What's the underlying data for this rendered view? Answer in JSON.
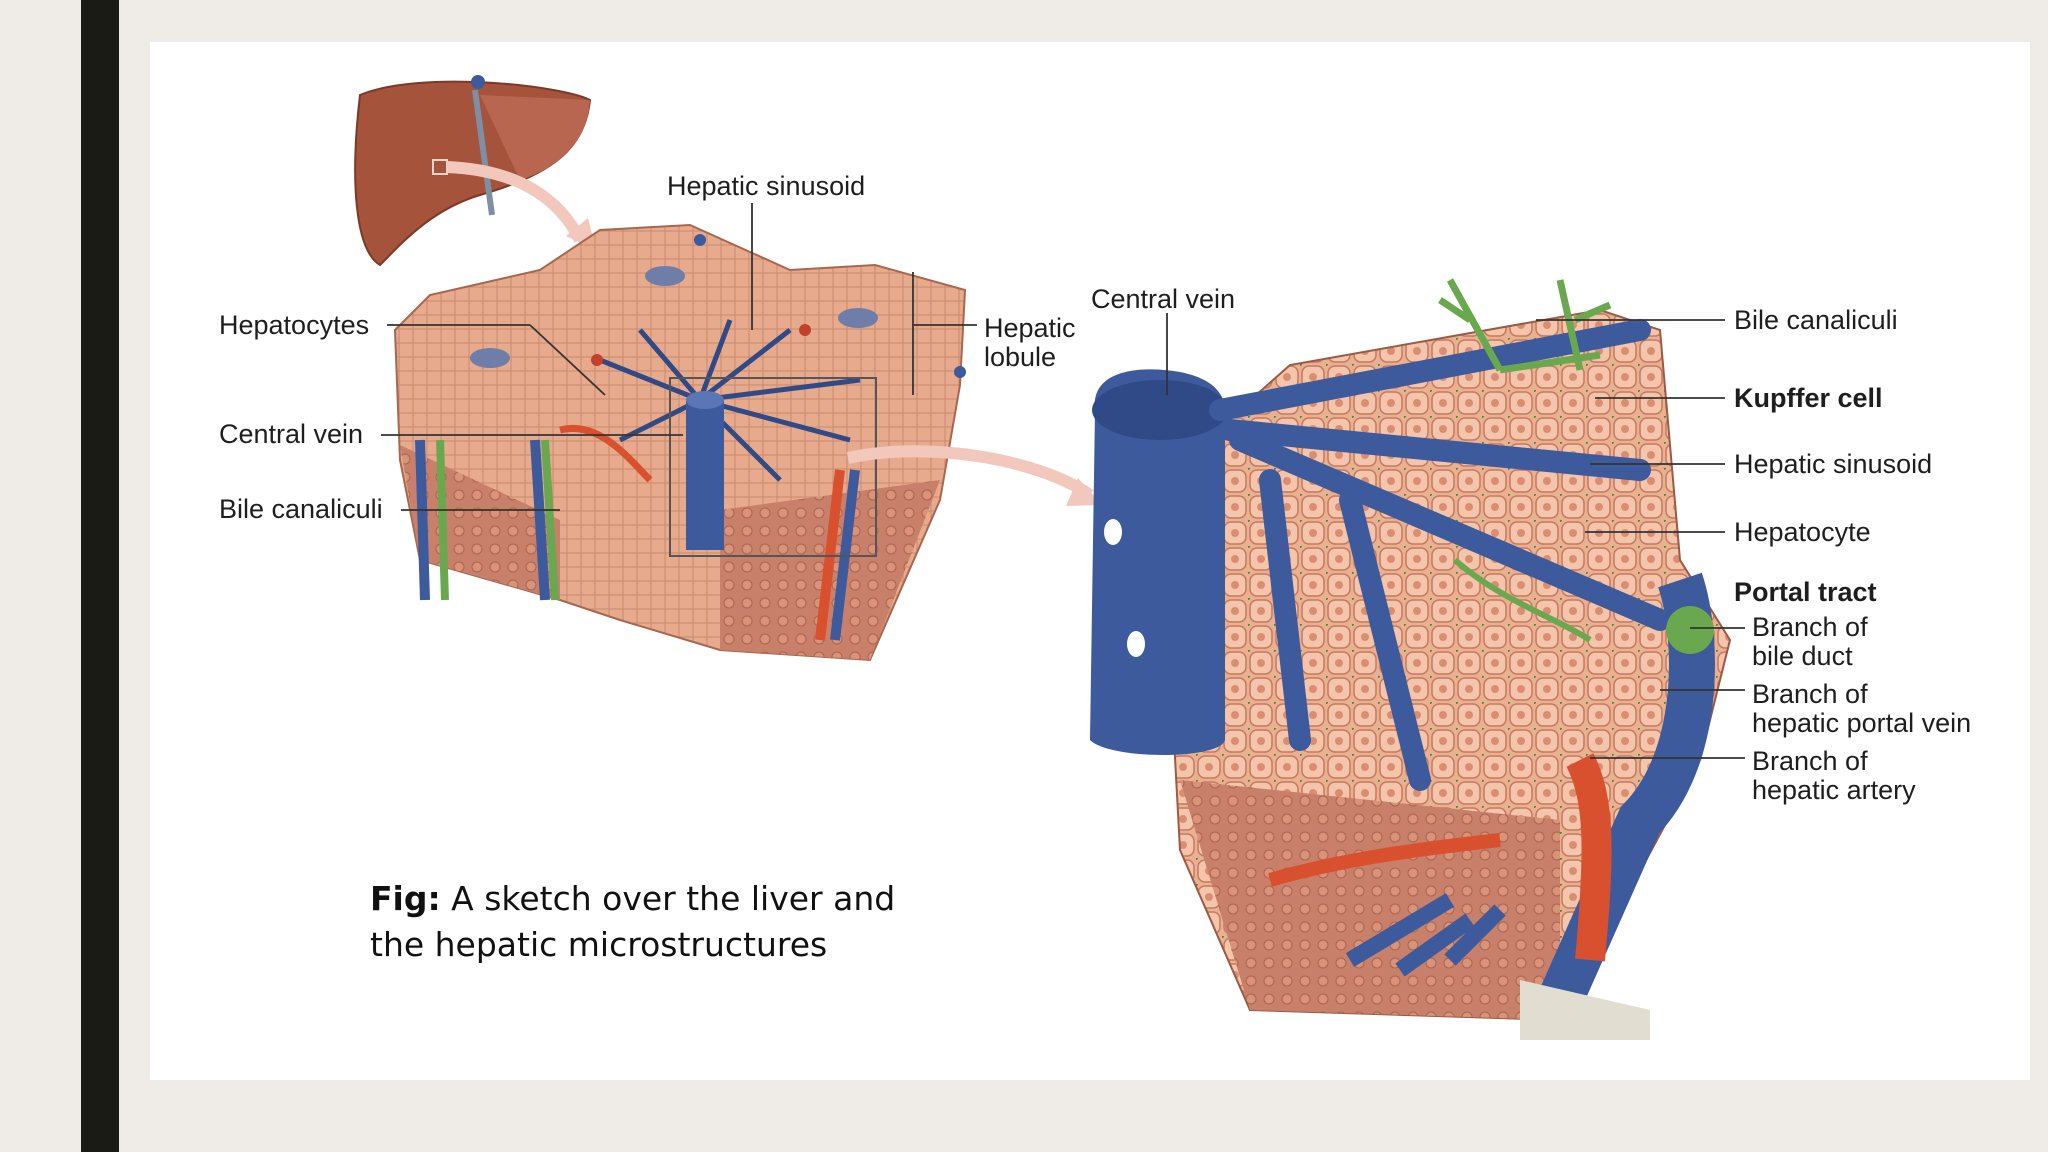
{
  "left_labels": {
    "hepatic_sinusoid": "Hepatic sinusoid",
    "hepatocytes": "Hepatocytes",
    "hepatic_lobule_1": "Hepatic",
    "hepatic_lobule_2": "lobule",
    "central_vein": "Central vein",
    "bile_canaliculi": "Bile canaliculi"
  },
  "right_labels": {
    "central_vein": "Central vein",
    "bile_canaliculi": "Bile canaliculi",
    "kupffer_cell": "Kupffer cell",
    "hepatic_sinusoid": "Hepatic sinusoid",
    "hepatocyte": "Hepatocyte",
    "portal_tract": "Portal tract",
    "bile_duct_1": "Branch of",
    "bile_duct_2": "bile duct",
    "portal_vein_1": "Branch of",
    "portal_vein_2": "hepatic portal vein",
    "artery_1": "Branch of",
    "artery_2": "hepatic artery"
  },
  "caption": {
    "prefix": "Fig:",
    "line1": " A sketch over the liver and",
    "line2": "the hepatic microstructures"
  },
  "colors": {
    "background": "#efece7",
    "sidebar": "#1b1b16",
    "slide": "#ffffff",
    "tissue": "#e9a889",
    "vein": "#3c5a9c",
    "artery": "#d8502e",
    "bile": "#6aa84f",
    "liver": "#a8553c"
  }
}
